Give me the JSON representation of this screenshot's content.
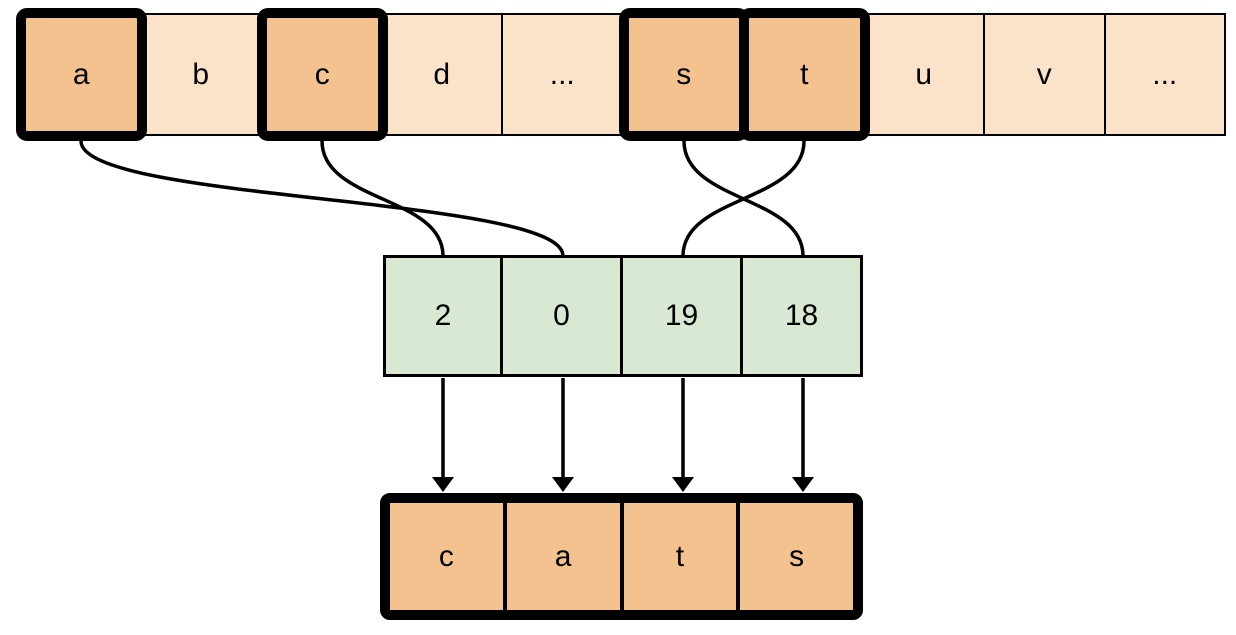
{
  "alphabet_array": {
    "cells": [
      {
        "label": "a",
        "highlighted": true
      },
      {
        "label": "b",
        "highlighted": false
      },
      {
        "label": "c",
        "highlighted": true
      },
      {
        "label": "d",
        "highlighted": false
      },
      {
        "label": "...",
        "highlighted": false
      },
      {
        "label": "s",
        "highlighted": true
      },
      {
        "label": "t",
        "highlighted": true
      },
      {
        "label": "u",
        "highlighted": false
      },
      {
        "label": "v",
        "highlighted": false
      },
      {
        "label": "...",
        "highlighted": false
      }
    ]
  },
  "index_array": {
    "cells": [
      {
        "value": "2"
      },
      {
        "value": "0"
      },
      {
        "value": "19"
      },
      {
        "value": "18"
      }
    ]
  },
  "result_array": {
    "cells": [
      {
        "label": "c"
      },
      {
        "label": "a"
      },
      {
        "label": "t"
      },
      {
        "label": "s"
      }
    ]
  },
  "connections": [
    {
      "from_letter": "a",
      "to_index_value": "0"
    },
    {
      "from_letter": "c",
      "to_index_value": "2"
    },
    {
      "from_letter": "s",
      "to_index_value": "18"
    },
    {
      "from_letter": "t",
      "to_index_value": "19"
    }
  ],
  "colors": {
    "cell_default": "#FAE3C8",
    "cell_highlight": "#F4C28E",
    "index_cell": "#D8E8D2",
    "stroke": "#000000",
    "background": "#FFFFFF"
  }
}
